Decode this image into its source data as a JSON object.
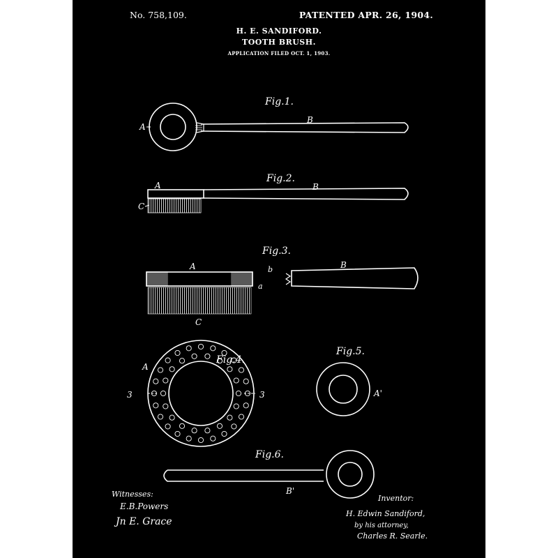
{
  "header": {
    "patent_number": "No. 758,109.",
    "patented": "PATENTED APR. 26, 1904.",
    "inventor": "H. E. SANDIFORD.",
    "title": "TOOTH BRUSH.",
    "application": "APPLICATION FILED OCT. 1, 1903."
  },
  "figures": {
    "fig1": {
      "label": "Fig.1.",
      "ref_a": "A",
      "ref_b": "B"
    },
    "fig2": {
      "label": "Fig.2.",
      "ref_a": "A",
      "ref_b": "B",
      "ref_c": "C"
    },
    "fig3": {
      "label": "Fig.3.",
      "ref_a": "A",
      "ref_b": "B",
      "ref_b_small": "b",
      "ref_a_small": "a",
      "ref_c": "C"
    },
    "fig4": {
      "label": "Fig.4.",
      "ref_a": "A",
      "section_left": "3",
      "section_right": "3"
    },
    "fig5": {
      "label": "Fig.5.",
      "ref_a_prime": "A'"
    },
    "fig6": {
      "label": "Fig.6.",
      "ref_b_prime": "B'"
    }
  },
  "witnesses": {
    "label": "Witnesses:",
    "names": [
      "E.B.Powers",
      "Jn E. Grace"
    ]
  },
  "inventor_block": {
    "label": "Inventor:",
    "name": "H. Edwin Sandiford,",
    "by_line": "by his attorney,",
    "attorney": "Charles R. Searle."
  },
  "colors": {
    "sheet": "#000000",
    "ink": "#ffffff",
    "frame": "#ffffff"
  }
}
